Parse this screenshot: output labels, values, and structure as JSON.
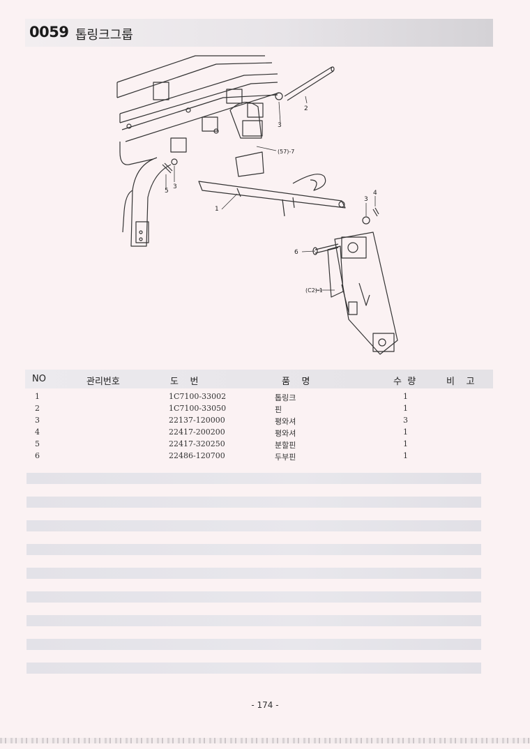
{
  "header": {
    "code": "0059",
    "title": "톱링크그룹"
  },
  "diagram": {
    "callouts": [
      "1",
      "2",
      "3",
      "3",
      "3",
      "4",
      "5",
      "6",
      "(57)-7",
      "(C2)-1"
    ]
  },
  "table": {
    "headers": {
      "no": "NO",
      "mgmt": "관리번호",
      "drawing": "도    번",
      "name": "품    명",
      "qty": "수  량",
      "remark": "비    고"
    },
    "rows": [
      {
        "no": "1",
        "part": "1C7100-33002",
        "name": "톱링크",
        "qty": "1"
      },
      {
        "no": "2",
        "part": "1C7100-33050",
        "name": "핀",
        "qty": "1"
      },
      {
        "no": "3",
        "part": "22137-120000",
        "name": "평와셔",
        "qty": "3"
      },
      {
        "no": "4",
        "part": "22417-200200",
        "name": "평와셔",
        "qty": "1"
      },
      {
        "no": "5",
        "part": "22417-320250",
        "name": "분할핀",
        "qty": "1"
      },
      {
        "no": "6",
        "part": "22486-120700",
        "name": "두부핀",
        "qty": "1"
      }
    ]
  },
  "footer": {
    "page": "- 174 -"
  }
}
